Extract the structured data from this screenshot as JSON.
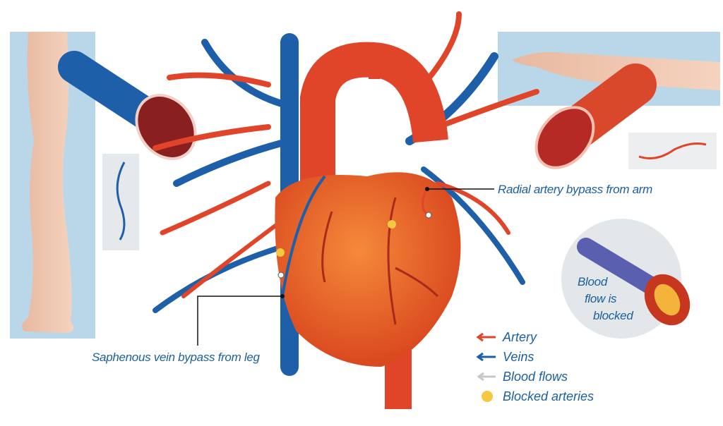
{
  "labels": {
    "radial": "Radial artery bypass from arm",
    "saphenous": "Saphenous vein bypass from leg",
    "blocked": [
      "Blood",
      "flow is",
      "blocked"
    ]
  },
  "legend": [
    {
      "label": "Artery",
      "icon": "red-arrow-icon",
      "color": "#e0452a"
    },
    {
      "label": "Veins",
      "icon": "blue-arrow-icon",
      "color": "#1d5fa8"
    },
    {
      "label": "Blood flows",
      "icon": "white-arrow-icon",
      "color": "#cccccc"
    },
    {
      "label": "Blocked arteries",
      "icon": "yellow-dot-icon",
      "color": "#f5c842"
    }
  ],
  "colors": {
    "text": "#1b5f9e",
    "artery": "#e0452a",
    "vein": "#1d5fa8",
    "heart": "#ee6a2c",
    "panel": "#b9d7e8",
    "blocked": "#f5c842"
  }
}
